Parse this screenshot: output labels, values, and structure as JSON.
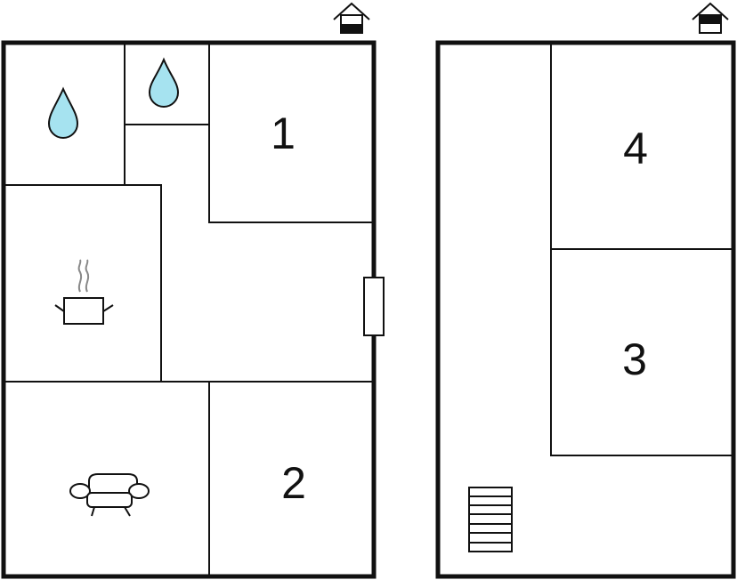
{
  "floors": [
    {
      "level": "ground",
      "indicator_icon": "house-ground-floor-icon",
      "rooms": [
        {
          "label": "1",
          "type": "bedroom"
        },
        {
          "label": "2",
          "type": "bedroom"
        }
      ],
      "fixtures": [
        "water-drop-icon",
        "water-drop-icon",
        "cooking-pot-icon",
        "sofa-icon"
      ]
    },
    {
      "level": "upper",
      "indicator_icon": "house-upper-floor-icon",
      "rooms": [
        {
          "label": "4",
          "type": "bedroom"
        },
        {
          "label": "3",
          "type": "bedroom"
        }
      ],
      "fixtures": [
        "stairs-icon"
      ]
    }
  ],
  "colors": {
    "wall": "#111111",
    "water": "#a6e3f0",
    "background": "#ffffff"
  }
}
